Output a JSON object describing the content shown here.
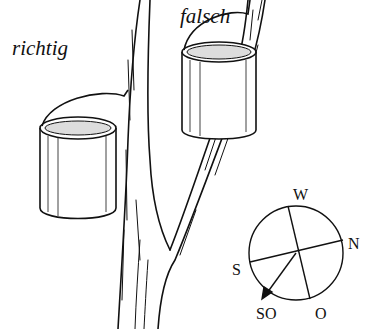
{
  "diagram": {
    "labels": [
      "falsch",
      "richtig",
      "W",
      "N",
      "S",
      "SO",
      "O"
    ]
  }
}
